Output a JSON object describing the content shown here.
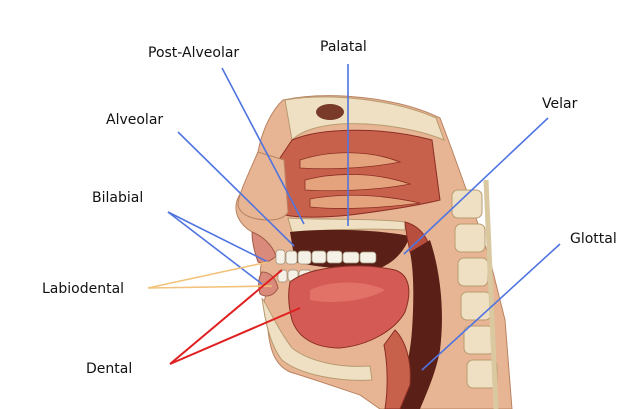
{
  "labels": {
    "post_alveolar": "Post-Alveolar",
    "palatal": "Palatal",
    "velar": "Velar",
    "alveolar": "Alveolar",
    "bilabial": "Bilabial",
    "glottal": "Glottal",
    "labiodental": "Labiodental",
    "dental": "Dental"
  },
  "colors": {
    "blue_pointer": "#4f74e0",
    "yellow_pointer": "#f2c27a",
    "red_pointer": "#e02020",
    "skin": "#e7b593",
    "flesh": "#c8614c",
    "dark_flesh": "#8a2e24",
    "tongue": "#d45a55",
    "bone": "#efe0c4",
    "cavity": "#5a2018"
  }
}
